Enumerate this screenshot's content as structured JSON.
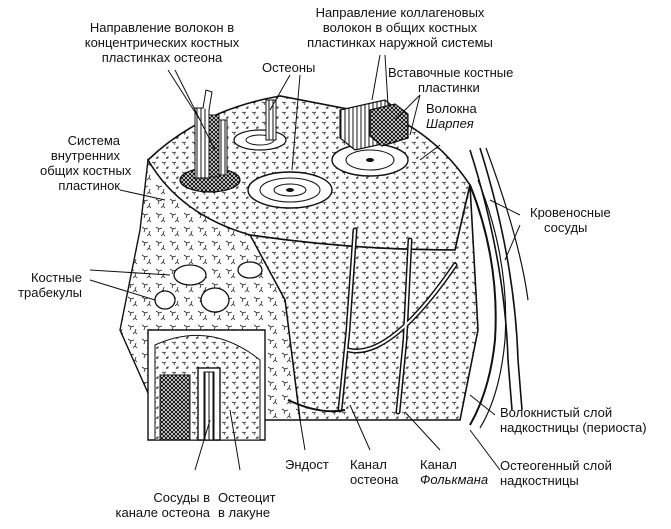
{
  "labels": {
    "fiber_direction_osteon": [
      "Направление волокон в",
      "концентрических костных",
      "пластинках остеона"
    ],
    "fiber_direction_outer": [
      "Направление коллагеновых",
      "волокон в общих костных",
      "пластинках наружной системы"
    ],
    "osteons": "Остеоны",
    "interstitial": [
      "Вставочные костные",
      "пластинки"
    ],
    "sharpey_prefix": "Волокна",
    "sharpey_italic": "Шарпея",
    "inner_system": [
      "Система",
      "внутренних",
      "общих костных",
      "пластинок"
    ],
    "blood_vessels": [
      "Кровеносные",
      "сосуды"
    ],
    "trabeculae": [
      "Костные",
      "трабекулы"
    ],
    "periosteum_fibrous": [
      "Волокнистый слой",
      "надкостницы (периоста)"
    ],
    "osteogenic": [
      "Остеогенный слой",
      "надкостницы"
    ],
    "endosteum": "Эндост",
    "osteon_canal": [
      "Канал",
      "остеона"
    ],
    "volkmann_prefix": "Канал",
    "volkmann_italic": "Фолькмана",
    "vessels_in_canal": [
      "Сосуды в",
      "канале остеона"
    ],
    "osteocyte": [
      "Остеоцит",
      "в лакуне"
    ]
  },
  "colors": {
    "ink": "#111111",
    "paper": "#ffffff",
    "hatch": "#333333"
  }
}
